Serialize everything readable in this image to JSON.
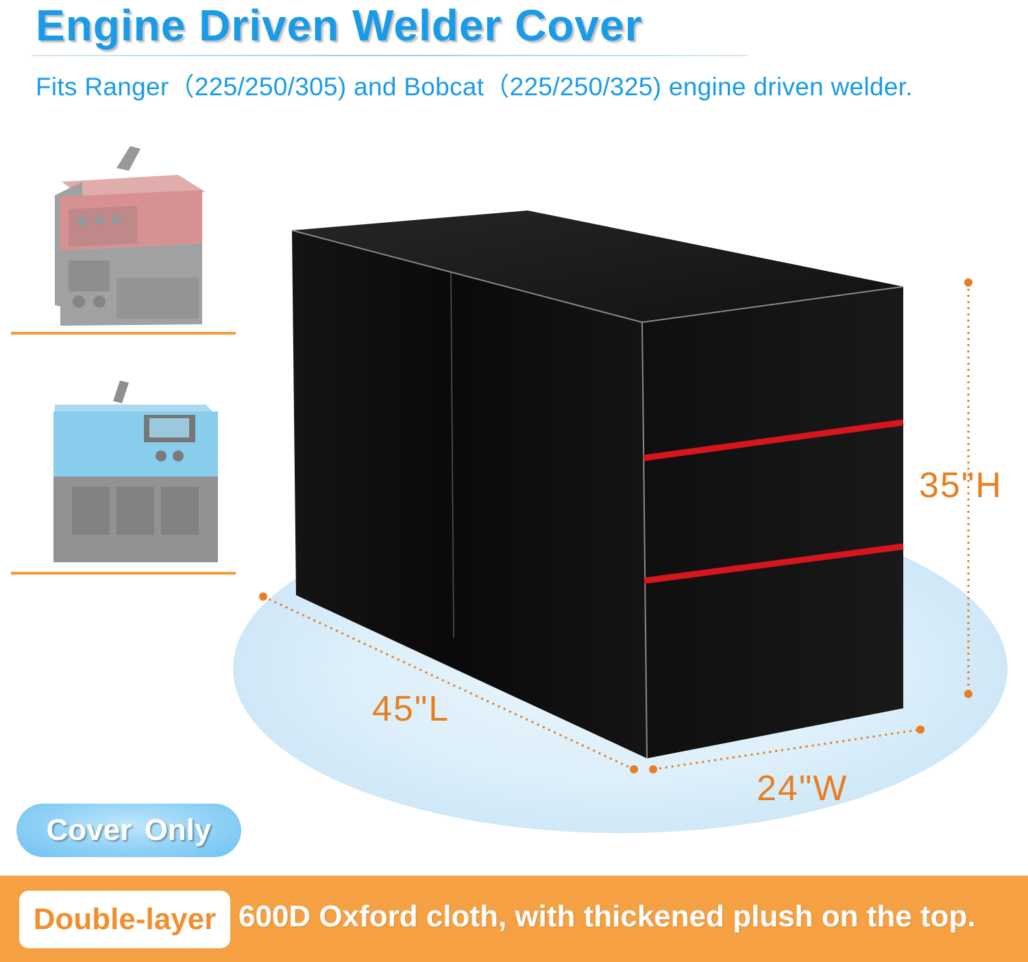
{
  "header": {
    "title": "Engine Driven Welder Cover",
    "subtitle": "Fits Ranger（225/250/305) and Bobcat（225/250/325) engine driven welder."
  },
  "dimensions": {
    "height": "35\"H",
    "length": "45\"L",
    "width": "24\"W"
  },
  "badge": {
    "label": "Cover Only"
  },
  "banner": {
    "highlight": "Double-layer",
    "text": "600D Oxford cloth, with thickened plush on the top."
  },
  "colors": {
    "title_blue": "#1a9be8",
    "dimension_orange": "#e77f22",
    "banner_orange": "#f4a043",
    "strap_red": "#d6161c",
    "cover_black": "#0d0d0d",
    "welder_red": "#b8393a",
    "welder_blue": "#3aaee0"
  },
  "icons": {
    "red_welder": "red-engine-welder-icon",
    "blue_welder": "blue-engine-welder-icon",
    "cover": "welder-cover-icon"
  }
}
